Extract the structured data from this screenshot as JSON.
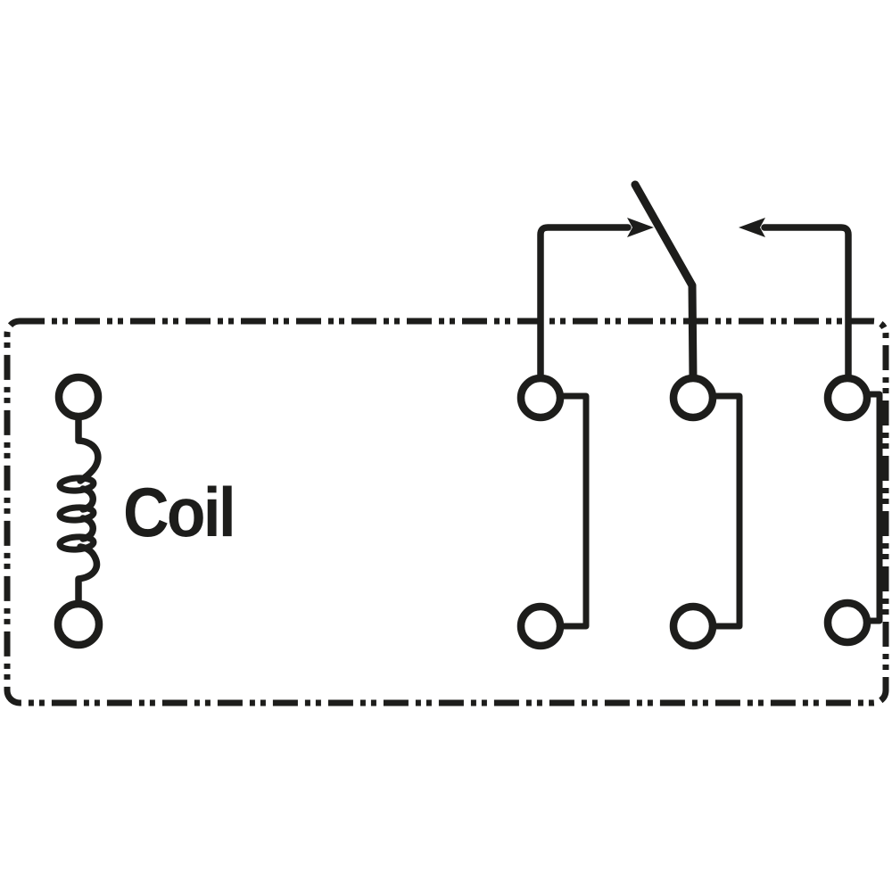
{
  "diagram": {
    "kind": "relay-schematic",
    "coil_label": "Coil",
    "shapes": {
      "enclosure": "dash-dot rounded rectangle (relay body)",
      "coil": {
        "winding_bulges": 4,
        "winding_loops": 3,
        "terminals": 2
      },
      "contact_columns": [
        {
          "name": "common-contact",
          "terminals": 2,
          "pointer": "arrow-right into switch arm"
        },
        {
          "name": "moving-contact",
          "terminals": 2,
          "pointer": "diagonal switch arm"
        },
        {
          "name": "throw-contact",
          "terminals": 2,
          "pointer": "arrow-left from corner lead"
        }
      ]
    }
  },
  "colors": {
    "line": "#1d1d1b",
    "background": "#ffffff"
  }
}
